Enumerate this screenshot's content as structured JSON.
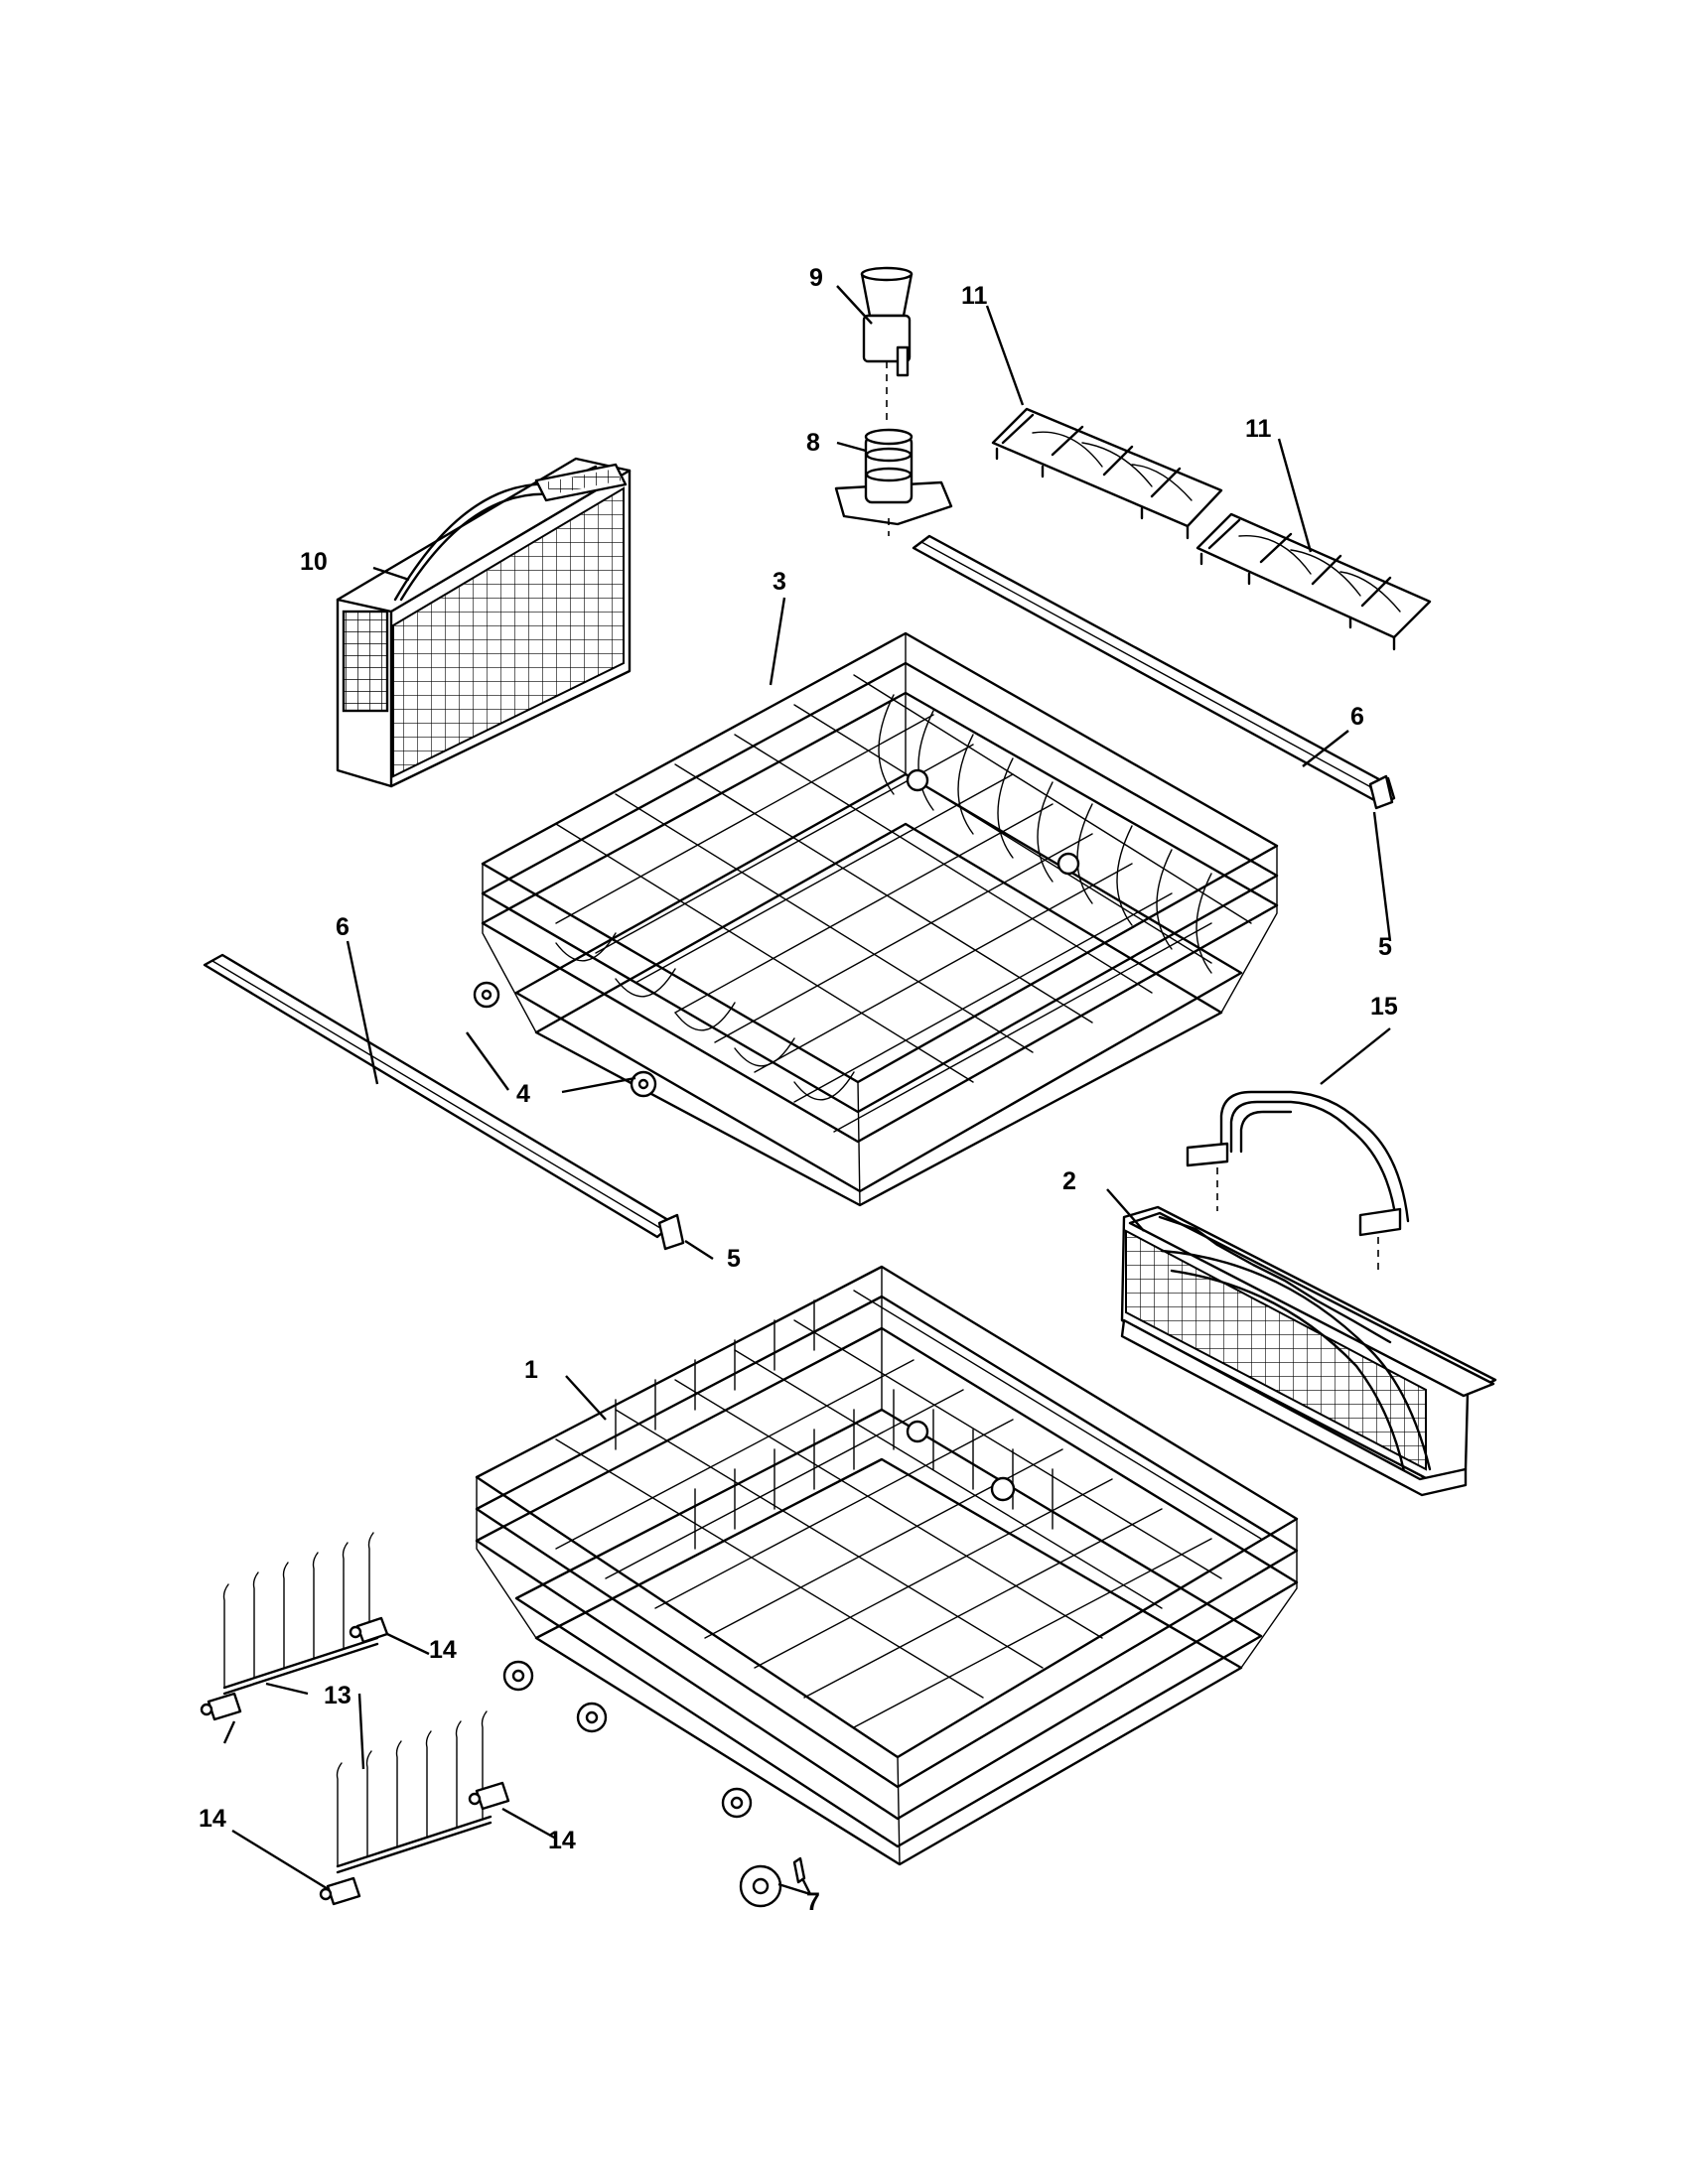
{
  "diagram": {
    "callouts": {
      "c1": "1",
      "c2": "2",
      "c3": "3",
      "c4": "4",
      "c5a": "5",
      "c5b": "5",
      "c6a": "6",
      "c6b": "6",
      "c7": "7",
      "c8": "8",
      "c9": "9",
      "c10": "10",
      "c11a": "11",
      "c11b": "11",
      "c13": "13",
      "c14a": "14",
      "c14b": "14",
      "c14c": "14",
      "c15": "15"
    },
    "icons": {
      "lower_rack": "lower-dish-rack",
      "upper_rack": "upper-dish-rack",
      "silverware_basket": "silverware-basket",
      "cutlery_basket": "cutlery-basket",
      "nozzle": "spray-nozzle",
      "manifold": "water-manifold",
      "shelves": "cup-shelf",
      "rails": "rack-rail",
      "rail_end_caps": "rail-end-cap",
      "wheels": "roller-wheel",
      "tines": "fold-down-tines",
      "clips": "tine-clip",
      "handle": "basket-handle"
    }
  }
}
